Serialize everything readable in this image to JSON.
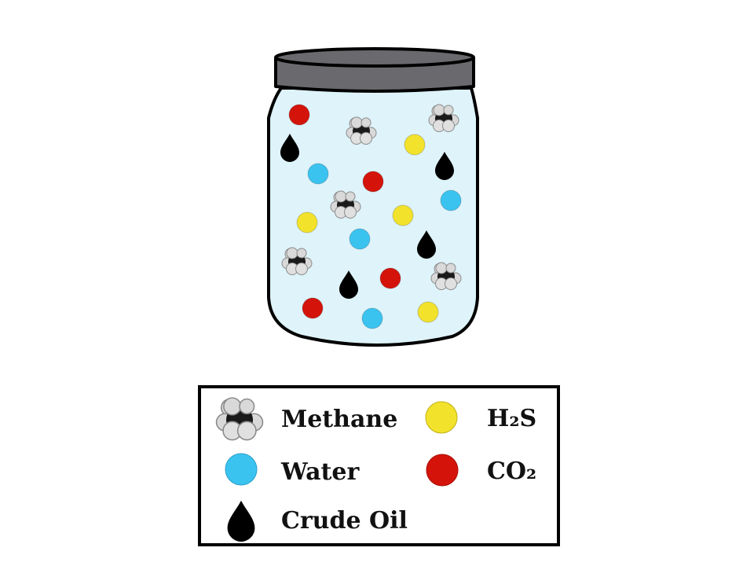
{
  "colors": {
    "methane_carbon": "#1a1a1a",
    "methane_hydrogen": "#d9d9d9",
    "water": "#3bc3f0",
    "crude_oil": "#000000",
    "h2s": "#f2e22b",
    "co2": "#d4140b",
    "jar_fill": "#def3fa",
    "jar_lid": "#6a6a6e",
    "outline": "#000000"
  },
  "jar": {
    "contents": [
      {
        "type": "co2"
      },
      {
        "type": "methane"
      },
      {
        "type": "methane"
      },
      {
        "type": "crude_oil"
      },
      {
        "type": "h2s"
      },
      {
        "type": "water"
      },
      {
        "type": "co2"
      },
      {
        "type": "crude_oil"
      },
      {
        "type": "methane"
      },
      {
        "type": "water"
      },
      {
        "type": "h2s"
      },
      {
        "type": "h2s"
      },
      {
        "type": "water"
      },
      {
        "type": "crude_oil"
      },
      {
        "type": "methane"
      },
      {
        "type": "crude_oil"
      },
      {
        "type": "co2"
      },
      {
        "type": "methane"
      },
      {
        "type": "co2"
      },
      {
        "type": "water"
      },
      {
        "type": "h2s"
      }
    ]
  },
  "legend": {
    "methane": {
      "label": "Methane",
      "icon": "methane-molecule-icon"
    },
    "h2s": {
      "label": "H₂S",
      "icon": "yellow-circle-icon"
    },
    "water": {
      "label": "Water",
      "icon": "blue-circle-icon"
    },
    "co2": {
      "label": "CO₂",
      "icon": "red-circle-icon"
    },
    "crude_oil": {
      "label": "Crude Oil",
      "icon": "oil-drop-icon"
    }
  }
}
